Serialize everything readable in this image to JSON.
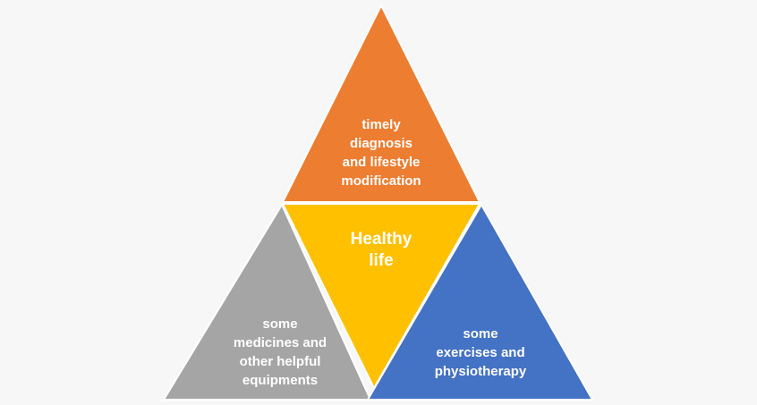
{
  "colors": {
    "background": "#f7f7f7",
    "top": "#ED7D31",
    "center": "#FFC000",
    "left": "#A5A5A5",
    "right": "#4472C4"
  },
  "segments": {
    "top": {
      "lines": [
        "timely",
        "diagnosis",
        "and lifestyle",
        "modification"
      ]
    },
    "center": {
      "lines": [
        "Healthy",
        "life"
      ]
    },
    "left": {
      "lines": [
        "some",
        "medicines and",
        "other helpful",
        "equipments"
      ]
    },
    "right": {
      "lines": [
        "some",
        "exercises and",
        "physiotherapy"
      ]
    }
  }
}
